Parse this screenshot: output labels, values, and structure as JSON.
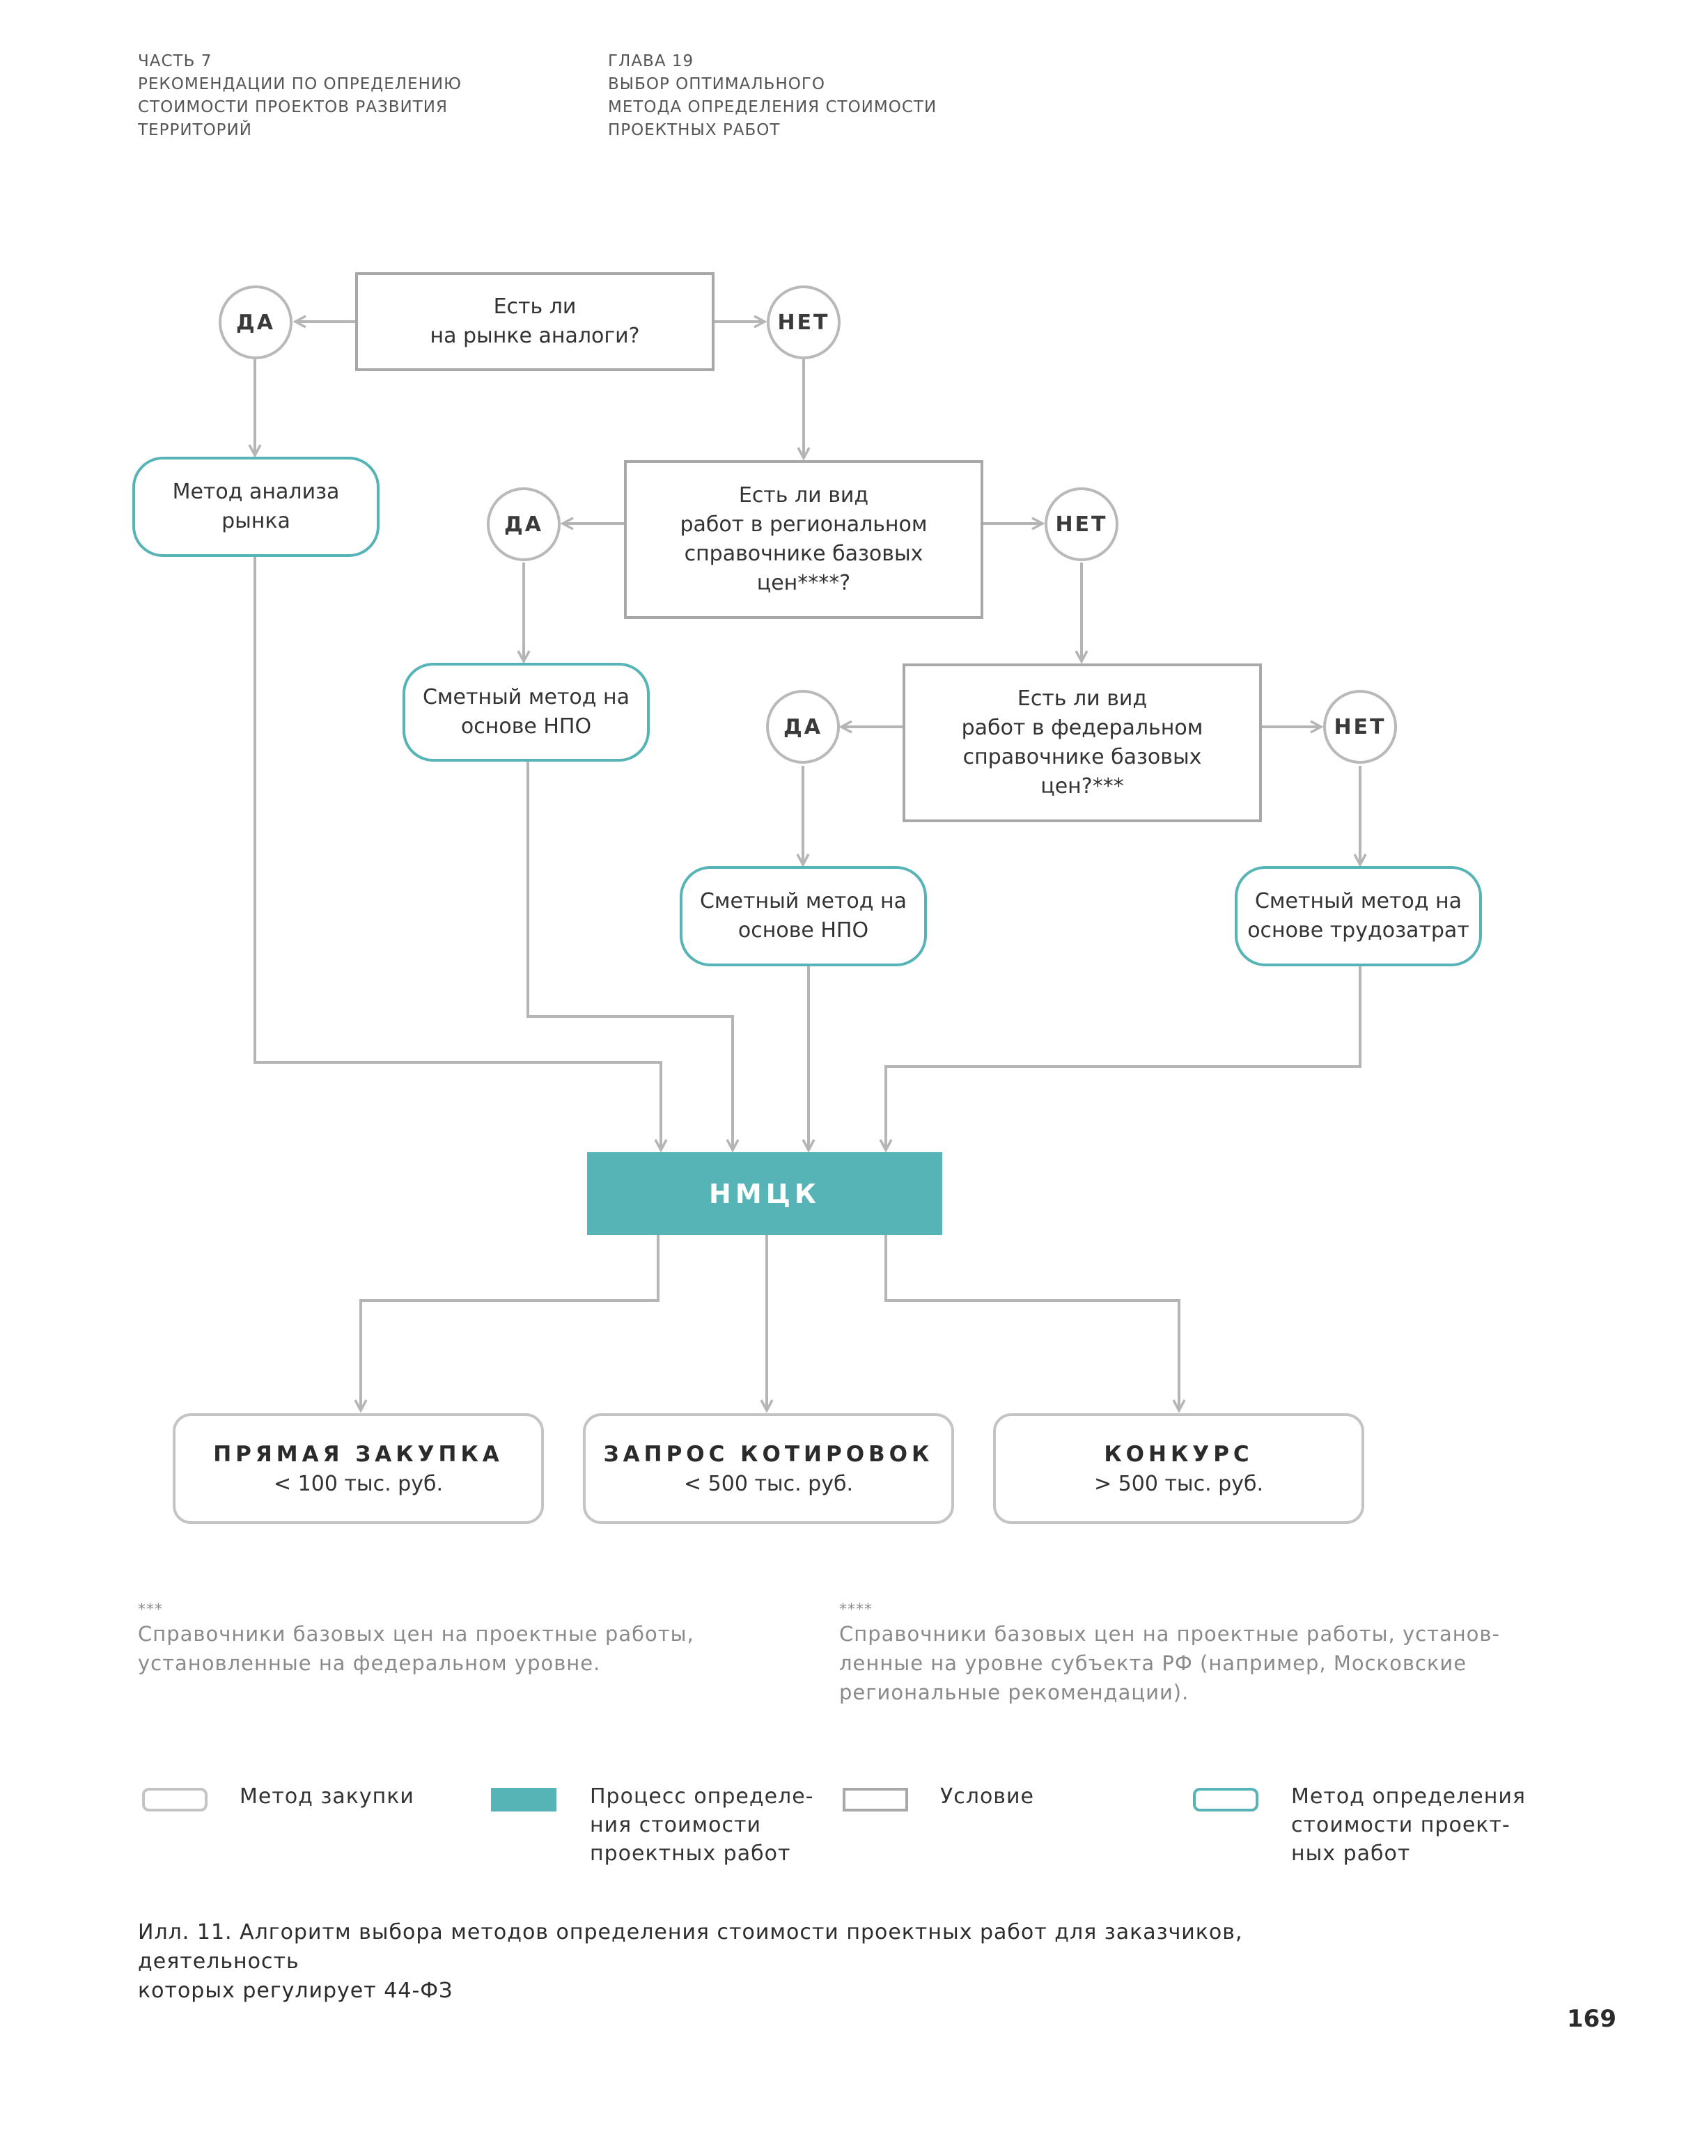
{
  "header": {
    "left": [
      "ЧАСТЬ 7",
      "РЕКОМЕНДАЦИИ ПО ОПРЕДЕЛЕНИЮ",
      "СТОИМОСТИ ПРОЕКТОВ РАЗВИТИЯ",
      "ТЕРРИТОРИЙ"
    ],
    "right": [
      "ГЛАВА 19",
      "ВЫБОР ОПТИМАЛЬНОГО",
      "МЕТОДА ОПРЕДЕЛЕНИЯ СТОИМОСТИ",
      "ПРОЕКТНЫХ РАБОТ"
    ]
  },
  "flow": {
    "cond1": [
      "Есть ли",
      "на рынке аналоги?"
    ],
    "cond2": [
      "Есть ли вид",
      "работ в региональном",
      "справочнике базовых",
      "цен****?"
    ],
    "cond3": [
      "Есть ли вид",
      "работ в федеральном",
      "справочнике базовых",
      "цен?***"
    ],
    "yes": "ДА",
    "no": "НЕТ",
    "method_market": [
      "Метод анализа",
      "рынка"
    ],
    "method_npo_1": [
      "Сметный метод на",
      "основе НПО"
    ],
    "method_npo_2": [
      "Сметный метод на",
      "основе НПО"
    ],
    "method_labor": [
      "Сметный метод на",
      "основе трудозатрат"
    ],
    "process": "НМЦК",
    "purchase_direct": {
      "title": "ПРЯМАЯ ЗАКУПКА",
      "sub": "< 100 тыс. руб."
    },
    "purchase_quotes": {
      "title": "ЗАПРОС КОТИРОВОК",
      "sub": "< 500 тыс. руб."
    },
    "purchase_contest": {
      "title": "КОНКУРС",
      "sub": "> 500 тыс. руб."
    }
  },
  "notes": {
    "federal": {
      "mark": "***",
      "lines": [
        "Справочники базовых цен на проектные работы,",
        "установленные на федеральном уровне."
      ]
    },
    "regional": {
      "mark": "****",
      "lines": [
        "Справочники базовых цен на проектные работы, установ-",
        "ленные на уровне субъекта РФ (например, Московские",
        "региональные рекомендации)."
      ]
    }
  },
  "legend": {
    "purchase": [
      "Метод закупки"
    ],
    "process": [
      "Процесс определе-",
      "ния стоимости",
      "проектных работ"
    ],
    "condition": [
      "Условие"
    ],
    "method": [
      "Метод определения",
      "стоимости проект-",
      "ных работ"
    ]
  },
  "caption": [
    "Илл. 11. Алгоритм выбора методов определения стоимости проектных работ для заказчиков, деятельность",
    "которых регулирует 44-ФЗ"
  ],
  "page_number": "169",
  "colors": {
    "teal": "#56b4b7",
    "gray_line": "#b5b5b5",
    "condition_border": "#a8a8a8",
    "purchase_border": "#c4c4c4"
  }
}
